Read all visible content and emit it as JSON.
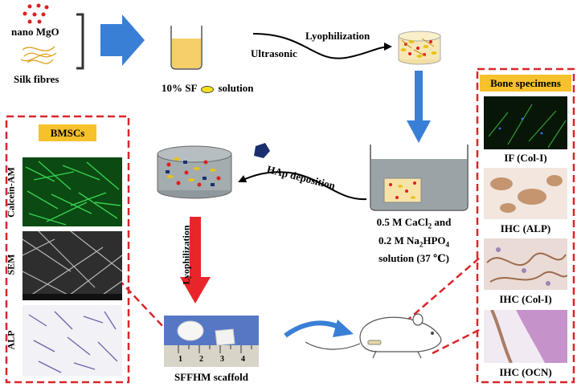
{
  "materials": {
    "mgo": "nano MgO",
    "silk": "Silk fibres"
  },
  "solution": {
    "label_prefix": "10% SF",
    "label_suffix": "solution"
  },
  "steps": {
    "ultrasonic": "Ultrasonic",
    "lyophilization_top": "Lyophilization",
    "hap": "HAp deposition",
    "lyophilization_side": "Lyophilization"
  },
  "beaker": {
    "line1_pre": "0.5 M CaCl",
    "line1_sub": "2",
    "line1_post": " and",
    "line2_pre": "0.2 M Na",
    "line2_sub1": "2",
    "line2_mid": "HPO",
    "line2_sub2": "4",
    "line3": "solution (37 ℃)"
  },
  "bmscs": {
    "title": "BMSCs",
    "rows": [
      "Calcein-AM",
      "SEM",
      "ALP"
    ]
  },
  "bone": {
    "title": "Bone specimens",
    "captions": [
      "IF (Col-I)",
      "IHC (ALP)",
      "IHC (Col-I)",
      "IHC (OCN)"
    ]
  },
  "scaffold": {
    "caption": "SFFHM scaffold",
    "ruler_numbers": [
      "1",
      "2",
      "3",
      "4"
    ]
  },
  "colors": {
    "dash_red": "#d9262a",
    "arrow_blue": "#3a7fd6",
    "accent_yellow": "#f6c12b"
  }
}
